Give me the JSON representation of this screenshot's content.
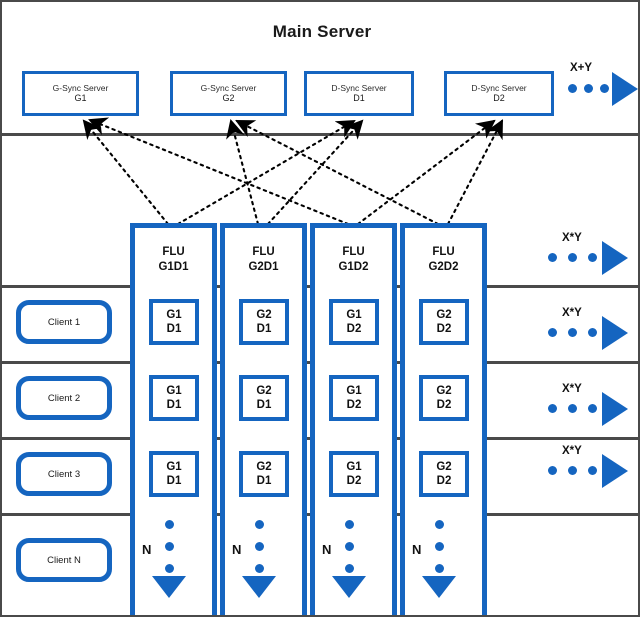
{
  "diagram": {
    "title": "Main Server",
    "accent_color": "#1565C0",
    "frame_color": "#4a4a4a"
  },
  "sync_servers": [
    {
      "id": "G1",
      "role": "G-Sync Server",
      "label": "G1",
      "type": "g-sync"
    },
    {
      "id": "G2",
      "role": "G-Sync Server",
      "label": "G2",
      "type": "g-sync"
    },
    {
      "id": "D1",
      "role": "D-Sync Server",
      "label": "D1",
      "type": "d-sync"
    },
    {
      "id": "D2",
      "role": "D-Sync Server",
      "label": "D2",
      "type": "d-sync"
    }
  ],
  "top_ellipsis": {
    "label": "X+Y",
    "dots": 3,
    "arrow": "right-arrow"
  },
  "flu_columns": [
    {
      "head": "FLU",
      "id": "G1D1",
      "g": "G1",
      "d": "D1",
      "links": [
        "G1",
        "D1"
      ]
    },
    {
      "head": "FLU",
      "id": "G2D1",
      "g": "G2",
      "d": "D1",
      "links": [
        "G2",
        "D1"
      ]
    },
    {
      "head": "FLU",
      "id": "G1D2",
      "g": "G1",
      "d": "D2",
      "links": [
        "G1",
        "D2"
      ]
    },
    {
      "head": "FLU",
      "id": "G2D2",
      "g": "G2",
      "d": "D2",
      "links": [
        "G2",
        "D2"
      ]
    }
  ],
  "clients": [
    {
      "label": "Client 1",
      "cells": [
        "G1\nD1",
        "G2\nD1",
        "G1\nD2",
        "G2\nD2"
      ]
    },
    {
      "label": "Client 2",
      "cells": [
        "G1\nD1",
        "G2\nD1",
        "G1\nD2",
        "G2\nD2"
      ]
    },
    {
      "label": "Client 3",
      "cells": [
        "G1\nD1",
        "G2\nD1",
        "G1\nD2",
        "G2\nD2"
      ]
    },
    {
      "label": "Client N",
      "cells": [
        "N",
        "N",
        "N",
        "N"
      ]
    }
  ],
  "client_rows_cells": [
    [
      {
        "g": "G1",
        "d": "D1"
      },
      {
        "g": "G2",
        "d": "D1"
      },
      {
        "g": "G1",
        "d": "D2"
      },
      {
        "g": "G2",
        "d": "D2"
      }
    ],
    [
      {
        "g": "G1",
        "d": "D1"
      },
      {
        "g": "G2",
        "d": "D1"
      },
      {
        "g": "G1",
        "d": "D2"
      },
      {
        "g": "G2",
        "d": "D2"
      }
    ],
    [
      {
        "g": "G1",
        "d": "D1"
      },
      {
        "g": "G2",
        "d": "D1"
      },
      {
        "g": "G1",
        "d": "D2"
      },
      {
        "g": "G2",
        "d": "D2"
      }
    ]
  ],
  "n_row": {
    "label": "N",
    "dots": 3,
    "arrow": "down-arrow"
  },
  "right_ellipses": [
    {
      "label": "X*Y",
      "dots": 3,
      "arrow": "right-arrow"
    },
    {
      "label": "X*Y",
      "dots": 3,
      "arrow": "right-arrow"
    },
    {
      "label": "X*Y",
      "dots": 3,
      "arrow": "right-arrow"
    },
    {
      "label": "X*Y",
      "dots": 3,
      "arrow": "right-arrow"
    }
  ]
}
